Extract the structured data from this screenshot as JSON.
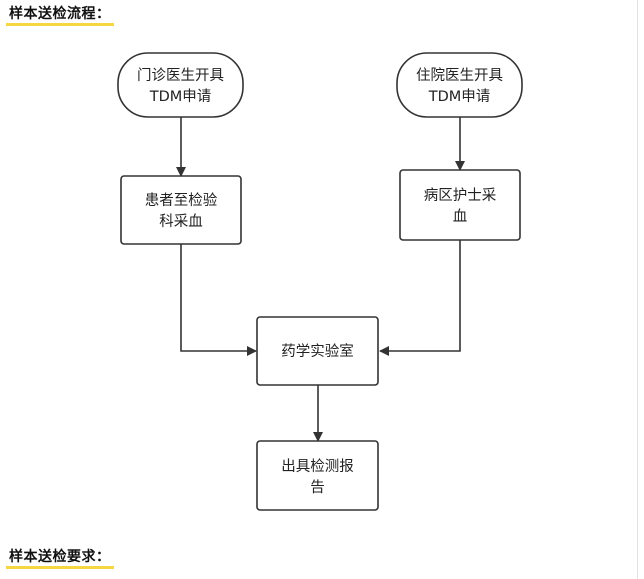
{
  "headings": {
    "process_title": "样本送检流程：",
    "requirements_title": "样本送检要求："
  },
  "flowchart": {
    "nodes": [
      {
        "id": "outpatient",
        "shape": "terminal",
        "lines": [
          "门诊医生开具",
          "TDM申请"
        ]
      },
      {
        "id": "inpatient",
        "shape": "terminal",
        "lines": [
          "住院医生开具",
          "TDM申请"
        ]
      },
      {
        "id": "patient-lab",
        "shape": "process",
        "lines": [
          "患者至检验",
          "科采血"
        ]
      },
      {
        "id": "ward-nurse",
        "shape": "process",
        "lines": [
          "病区护士采",
          "血"
        ]
      },
      {
        "id": "pharmacy-lab",
        "shape": "process",
        "lines": [
          "药学实验室"
        ]
      },
      {
        "id": "report",
        "shape": "process",
        "lines": [
          "出具检测报",
          "告"
        ]
      }
    ],
    "edges": [
      {
        "from": "outpatient",
        "to": "patient-lab"
      },
      {
        "from": "inpatient",
        "to": "ward-nurse"
      },
      {
        "from": "patient-lab",
        "to": "pharmacy-lab"
      },
      {
        "from": "ward-nurse",
        "to": "pharmacy-lab"
      },
      {
        "from": "pharmacy-lab",
        "to": "report"
      }
    ]
  }
}
